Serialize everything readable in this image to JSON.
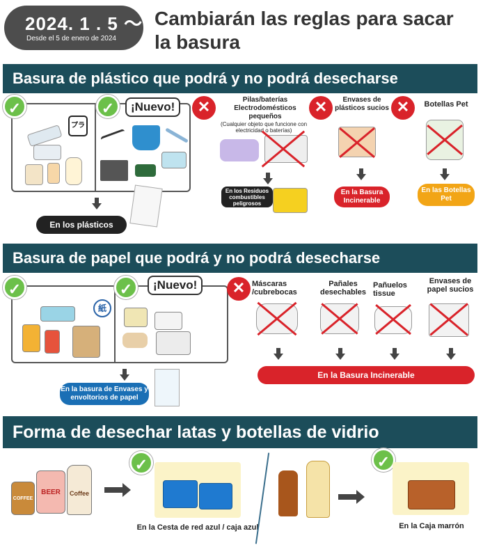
{
  "header": {
    "date": "2024. 1 . 5 ～",
    "date_sub": "Desde el 5 de enero de 2024",
    "title": "Cambiarán las reglas para sacar la basura"
  },
  "plastic": {
    "heading": "Basura de plástico que podrá y no podrá desecharse",
    "new_label": "¡Nuevo!",
    "recycle_mark": "プラ",
    "ok_destination": "En los plásticos",
    "ng": [
      {
        "title": "Pilas/baterías Electrodomésticos pequeños",
        "note": "(Cualquier objeto que funcione con electricidad o baterías)",
        "destination": "En los Residuos combustibles peligrosos",
        "color": "#222222"
      },
      {
        "title": "Envases de plásticos sucios",
        "note": "",
        "destination": "En la Basura Incinerable",
        "color": "#d9232a"
      },
      {
        "title": "Botellas Pet",
        "note": "",
        "destination": "En las Botellas Pet",
        "color": "#f2a516"
      }
    ]
  },
  "paper": {
    "heading": "Basura de papel que podrá y no podrá desecharse",
    "new_label": "¡Nuevo!",
    "recycle_mark": "紙",
    "ok_destination": "En la basura de Envases y envoltorios de papel",
    "ng_items": [
      "Máscaras /cubrebocas",
      "Pañales desechables",
      "Pañuelos tissue",
      "Envases de papel sucios"
    ],
    "ng_destination": "En la Basura Incinerable"
  },
  "cans": {
    "heading": "Forma de desechar latas y botellas de vidrio",
    "can_labels": [
      "COFFEE",
      "BEER",
      "Coffee"
    ],
    "cans_destination": "En la Cesta de red azul / caja azul",
    "bottles_destination": "En la Caja marrón"
  },
  "colors": {
    "bar": "#1c4d5a",
    "check": "#6cc04a",
    "ng": "#d9232a",
    "pet": "#f2a516",
    "paper_dest": "#1a6fb5"
  }
}
